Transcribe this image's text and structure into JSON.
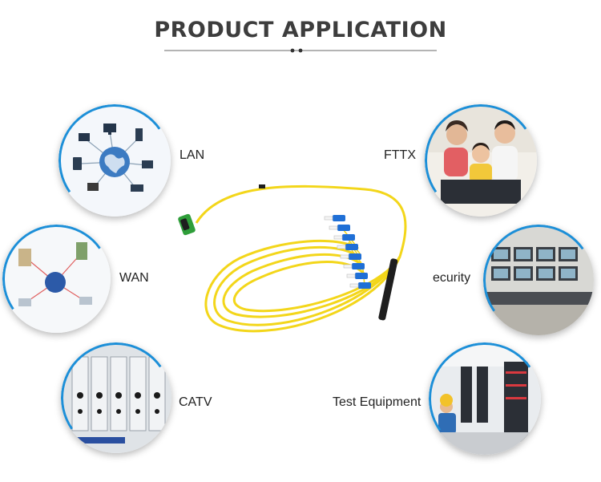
{
  "header": {
    "title": "PRODUCT APPLICATION"
  },
  "applications": [
    {
      "label": "LAN",
      "icon": "computer-network-icon"
    },
    {
      "label": "WAN",
      "icon": "wide-area-network-icon"
    },
    {
      "label": "CATV",
      "icon": "catv-rack-icon"
    },
    {
      "label": "FTTX",
      "icon": "family-computer-photo"
    },
    {
      "label": "ecurity",
      "icon": "security-monitor-room-photo"
    },
    {
      "label": "Test Equipment",
      "icon": "test-lab-photo"
    }
  ],
  "product": {
    "icon": "mpo-fiber-breakout-cable"
  },
  "colors": {
    "accent": "#1c8fd8",
    "cable": "#f3d61a",
    "connector": "#1f6fd6",
    "mpo": "#2f9e3a"
  }
}
